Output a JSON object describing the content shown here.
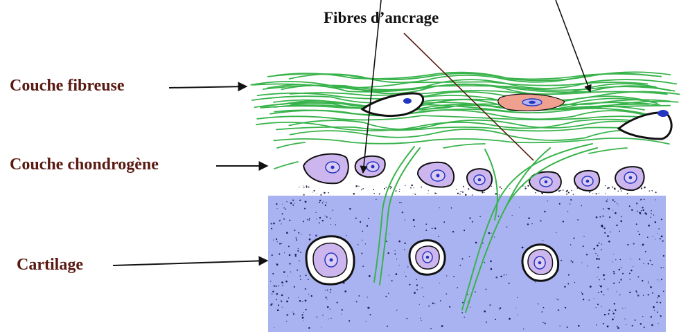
{
  "labels": {
    "anchoring_fibers": "Fibres d’ancrage",
    "fibrous_layer": "Couche fibreuse",
    "chondrogenic_layer": "Couche chondrogène",
    "cartilage": "Cartilage"
  },
  "colors": {
    "label_text": "#5a1a12",
    "fiber": "#37b34a",
    "cartilage_matrix": "#aab3f2",
    "cell_fill": "#cdb6ee",
    "nucleus": "#2336c2",
    "flat_cell": "#f0a08f",
    "arrow": "#111111"
  }
}
